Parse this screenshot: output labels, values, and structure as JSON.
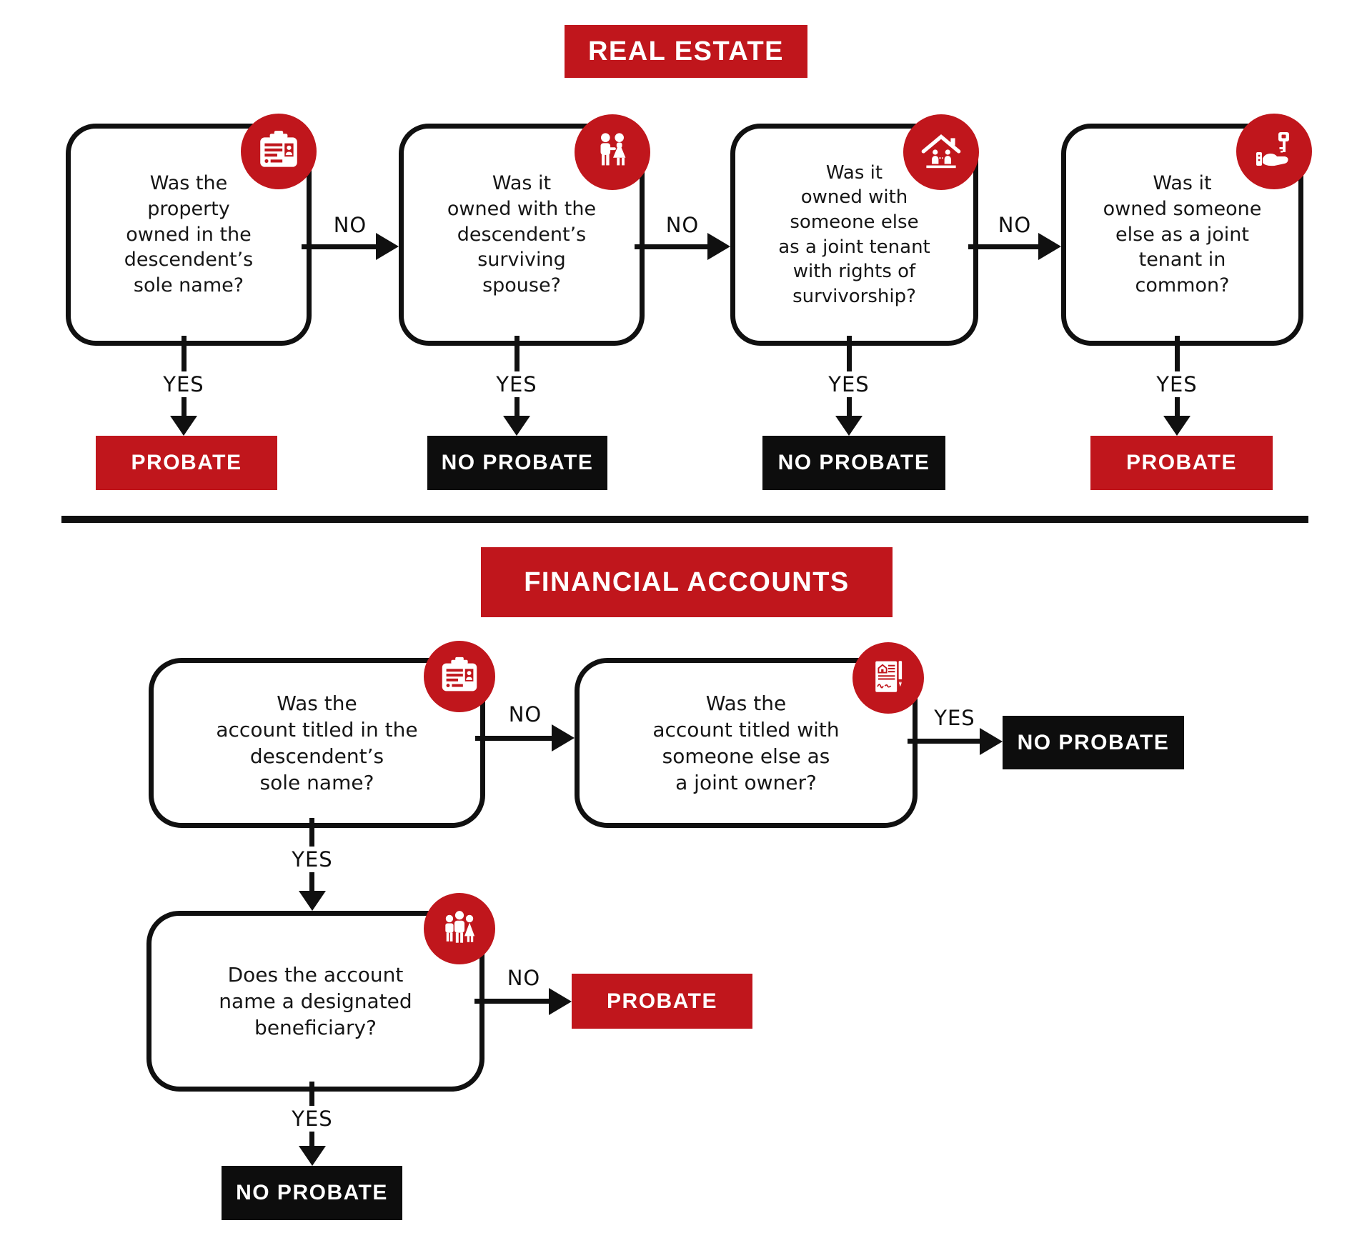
{
  "palette": {
    "red": "#c0161c",
    "black": "#0d0d0d",
    "line": "#101010"
  },
  "real_estate": {
    "title": "REAL ESTATE",
    "questions": [
      {
        "text": "Was the\nproperty\nowned in the\ndescendent’s\nsole name?",
        "icon": "id-card"
      },
      {
        "text": "Was it\nowned with the\ndescendent’s\nsurviving\nspouse?",
        "icon": "couple"
      },
      {
        "text": "Was it\nowned with\nsomeone else\nas a joint tenant\nwith rights of\nsurvivorship?",
        "icon": "house-joint-tenants"
      },
      {
        "text": "Was it\nowned someone\nelse as a joint\ntenant in\ncommon?",
        "icon": "hand-holding-key"
      }
    ],
    "no_labels": [
      "NO",
      "NO",
      "NO"
    ],
    "yes_labels": [
      "YES",
      "YES",
      "YES",
      "YES"
    ],
    "outcomes": [
      {
        "label": "PROBATE",
        "style": "red"
      },
      {
        "label": "NO PROBATE",
        "style": "black"
      },
      {
        "label": "NO PROBATE",
        "style": "black"
      },
      {
        "label": "PROBATE",
        "style": "red"
      }
    ]
  },
  "financial": {
    "title": "FINANCIAL ACCOUNTS",
    "questions": [
      {
        "text": "Was the\naccount titled in the\ndescendent’s\nsole name?",
        "icon": "id-card"
      },
      {
        "text": "Was the\naccount titled with\nsomeone else as\na joint owner?",
        "icon": "document-signature"
      },
      {
        "text": "Does the account\nname a designated\nbeneficiary?",
        "icon": "beneficiaries"
      }
    ],
    "edge_labels": {
      "q1_to_q2": "NO",
      "q1_to_q3": "YES",
      "q2_to_no_probate": "YES",
      "q3_to_probate": "NO",
      "q3_to_no_probate": "YES"
    },
    "outcomes": [
      {
        "label": "NO PROBATE",
        "style": "black"
      },
      {
        "label": "PROBATE",
        "style": "red"
      },
      {
        "label": "NO PROBATE",
        "style": "black"
      }
    ]
  }
}
